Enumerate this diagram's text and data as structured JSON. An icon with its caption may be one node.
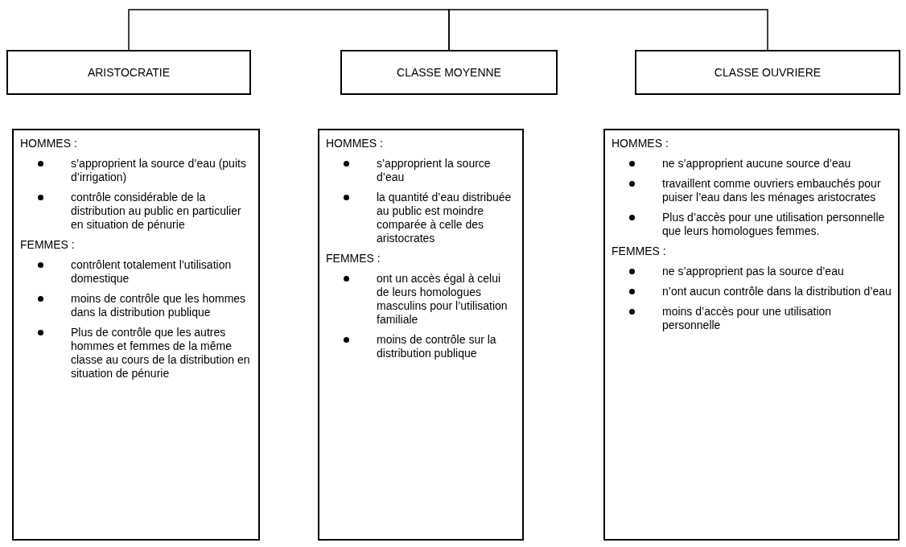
{
  "diagram": {
    "nodes": [
      {
        "text": [
          "ARISTOCRATIE"
        ]
      },
      {
        "text": [
          "CLASSE MOYENNE"
        ]
      },
      {
        "text": [
          "CLASSE OUVRIERE"
        ]
      },
      {
        "text": [
          "HOMMES :",
          "s’approprient la source d’eau (puits d’irrigation)",
          "contrôle considérable de la distribution au public en particulier en situation de pénurie",
          "FEMMES :",
          "contrôlent totalement l’utilisation domestique",
          "moins de contrôle que les hommes dans la distribution publique",
          "Plus de contrôle que les autres hommes et femmes de la même classe au cours de la distribution en situation de pénurie"
        ]
      },
      {
        "text": [
          "HOMMES :",
          "s’approprient la source d’eau",
          "la quantité d’eau distribuée au public est moindre comparée à celle des aristocrates",
          "FEMMES :",
          "ont un accès égal à celui de leurs homologues masculins pour l’utilisation familiale",
          "moins de contrôle sur la distribution publique"
        ]
      },
      {
        "text": [
          "HOMMES :",
          "ne s’approprient aucune source d’eau",
          "travaillent comme ouvriers embauchés pour puiser l’eau dans les ménages aristocrates",
          "Plus d’accès pour une utilisation personnelle que leurs homologues femmes.",
          "FEMMES :",
          "ne s’approprient pas la source d’eau",
          "n’ont aucun contrôle dans la distribution d’eau",
          "moins d’accès pour une utilisation personnelle"
        ]
      }
    ],
    "edges": [
      {
        "from": 1,
        "to": 0,
        "arrow": "none"
      },
      {
        "from": 1,
        "to": 2,
        "arrow": "none"
      }
    ]
  }
}
